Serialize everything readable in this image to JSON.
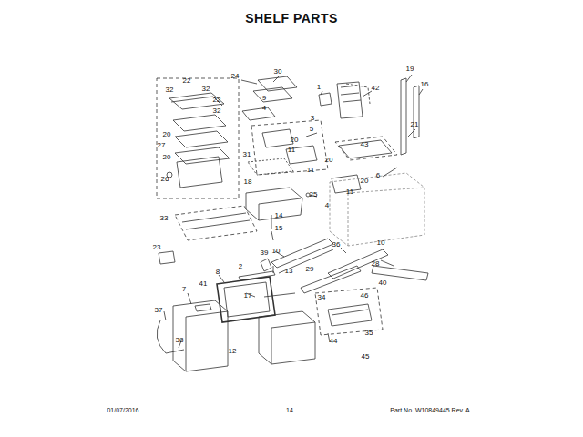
{
  "diagram": {
    "title": "SHELF PARTS",
    "labels": [
      "24",
      "30",
      "1",
      "42",
      "19",
      "16",
      "22",
      "32",
      "32",
      "22",
      "32",
      "20",
      "27",
      "20",
      "26",
      "9",
      "4",
      "3",
      "21",
      "5",
      "20",
      "11",
      "31",
      "20",
      "11",
      "43",
      "6",
      "20",
      "11",
      "4",
      "18",
      "25",
      "14",
      "15",
      "33",
      "23",
      "10",
      "36",
      "10",
      "39",
      "13",
      "29",
      "28",
      "8",
      "2",
      "17",
      "40",
      "7",
      "41",
      "34",
      "46",
      "37",
      "38",
      "12",
      "44",
      "35",
      "45",
      "01/07/2016",
      "14",
      "Part No. W10849445 Rev. A"
    ]
  }
}
